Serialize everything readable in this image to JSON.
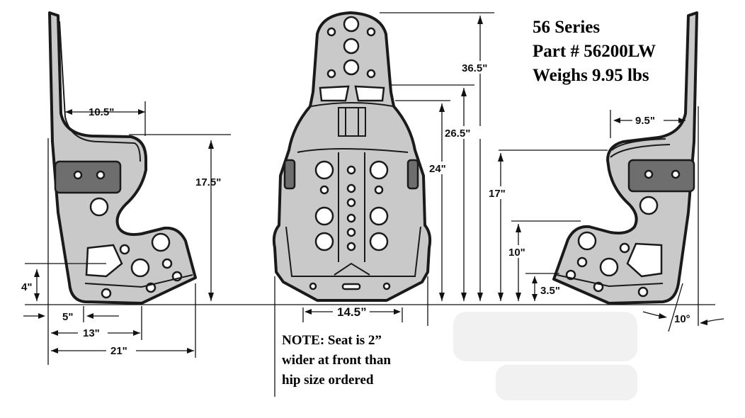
{
  "title": {
    "series": "56 Series",
    "part": "Part # 56200LW",
    "weight": "Weighs 9.95 lbs"
  },
  "note": {
    "line1": "NOTE:  Seat is 2”",
    "line2": "wider at front than",
    "line3": "hip size ordered"
  },
  "dimensions": {
    "left_top_width": "10.5\"",
    "left_height": "17.5\"",
    "left_bottom_height": "4\"",
    "left_front": "5\"",
    "left_mid": "13\"",
    "left_total": "21\"",
    "front_width": "14.5”",
    "front_height_top": "36.5\"",
    "front_height_mid": "26.5\"",
    "front_height_shoulder": "24\"",
    "right_height": "17\"",
    "right_mid_height": "10\"",
    "right_bottom_height": "3.5\"",
    "right_top_width": "9.5\"",
    "right_angle": "10°"
  }
}
